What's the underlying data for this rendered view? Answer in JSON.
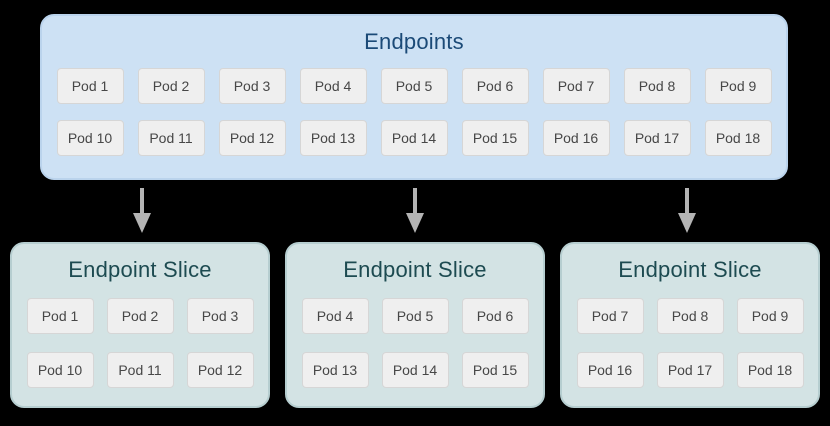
{
  "colors": {
    "background": "#000000",
    "endpoints_box_fill": "#cde1f4",
    "endpoints_box_border": "#bad3ec",
    "endpoints_title_text": "#1b4a77",
    "slice_box_fill": "#d3e3e4",
    "slice_box_border": "#b6ced0",
    "slice_title_text": "#1d4b51",
    "pod_fill": "#efefef",
    "pod_border": "#d6d6d6",
    "pod_text": "#474747",
    "arrow": "#b4b4b4"
  },
  "icons": {
    "down_arrow": "down-arrow-icon"
  },
  "endpoints": {
    "title": "Endpoints",
    "pods": [
      "Pod 1",
      "Pod 2",
      "Pod 3",
      "Pod 4",
      "Pod 5",
      "Pod 6",
      "Pod 7",
      "Pod 8",
      "Pod 9",
      "Pod 10",
      "Pod 11",
      "Pod 12",
      "Pod 13",
      "Pod 14",
      "Pod 15",
      "Pod 16",
      "Pod 17",
      "Pod 18"
    ]
  },
  "slices": [
    {
      "title": "Endpoint Slice",
      "pods": [
        "Pod 1",
        "Pod 2",
        "Pod 3",
        "Pod 10",
        "Pod 11",
        "Pod 12"
      ]
    },
    {
      "title": "Endpoint Slice",
      "pods": [
        "Pod 4",
        "Pod 5",
        "Pod 6",
        "Pod 13",
        "Pod 14",
        "Pod 15"
      ]
    },
    {
      "title": "Endpoint Slice",
      "pods": [
        "Pod 7",
        "Pod 8",
        "Pod 9",
        "Pod 16",
        "Pod 17",
        "Pod 18"
      ]
    }
  ]
}
